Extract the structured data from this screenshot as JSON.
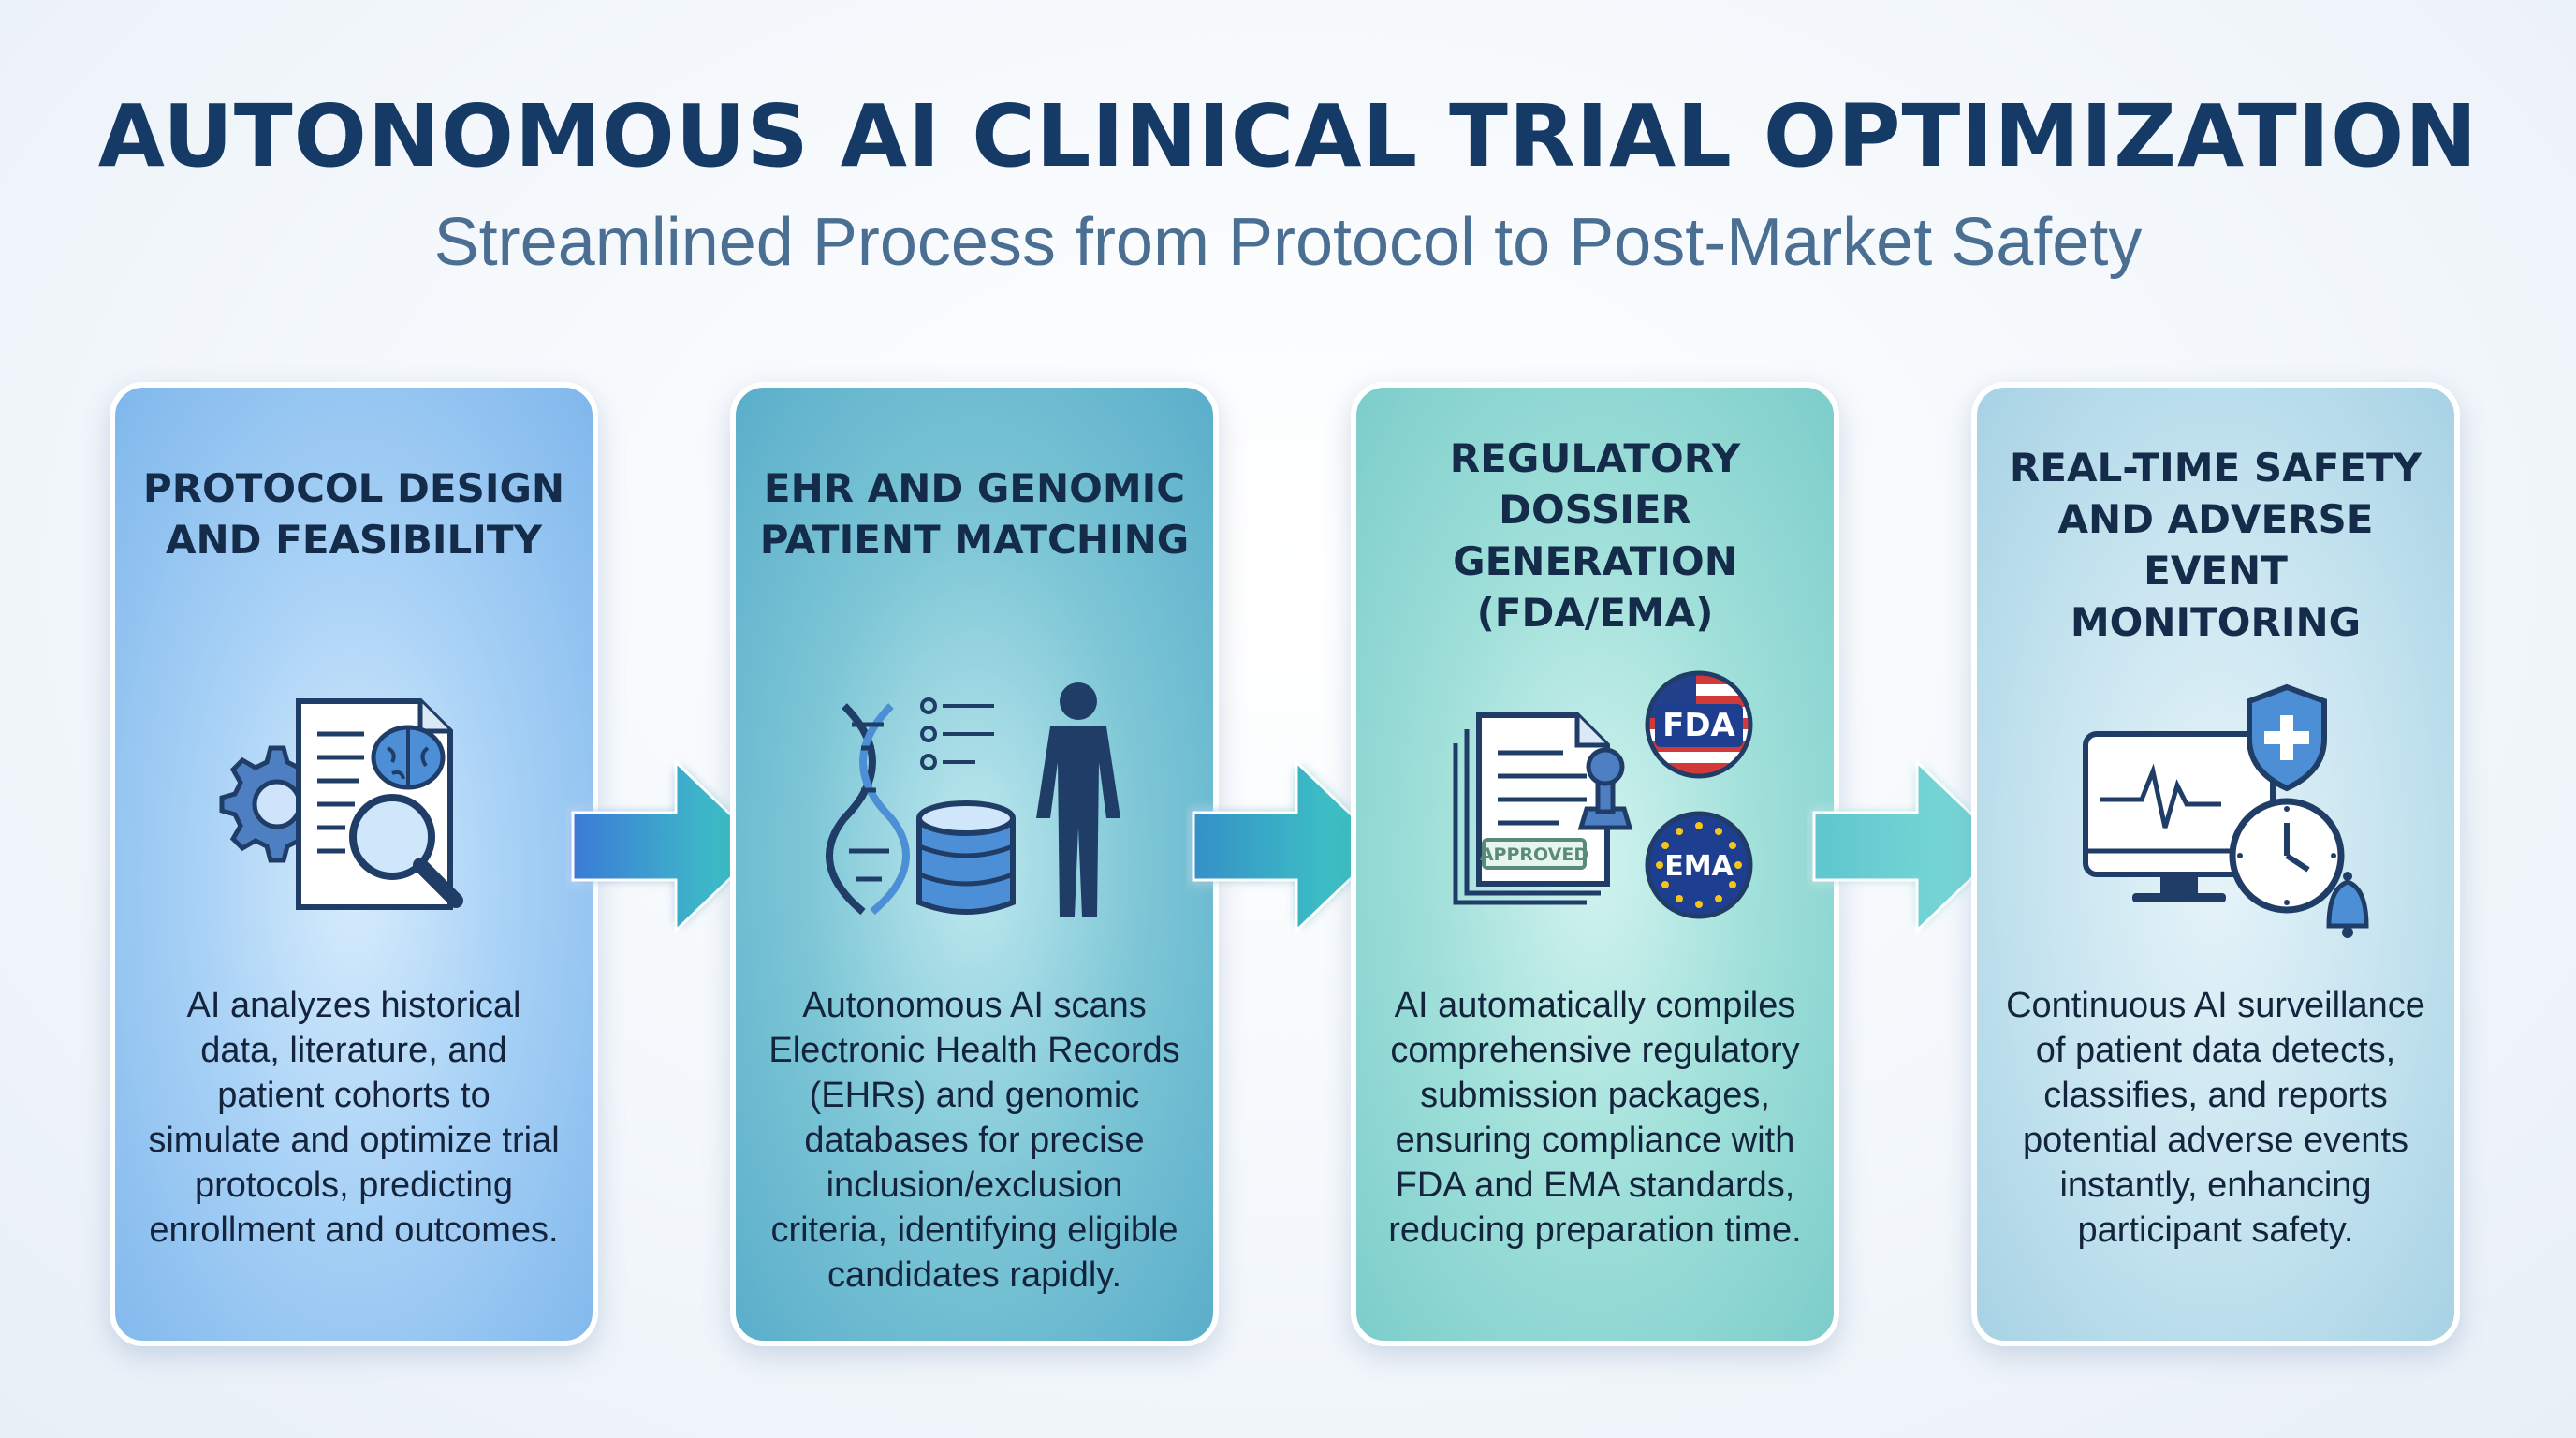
{
  "header": {
    "title": "AUTONOMOUS AI CLINICAL TRIAL OPTIMIZATION",
    "subtitle": "Streamlined Process from Protocol to Post-Market Safety"
  },
  "steps": [
    {
      "title_lines": [
        "PROTOCOL DESIGN",
        "AND FEASIBILITY"
      ],
      "icon": "gear-document-brain-magnifier-icon",
      "description_lines": [
        "AI analyzes historical",
        "data, literature, and",
        "patient cohorts to",
        "simulate and optimize trial",
        "protocols, predicting",
        "enrollment and outcomes."
      ]
    },
    {
      "title_lines": [
        "EHR AND GENOMIC",
        "PATIENT MATCHING"
      ],
      "icon": "dna-database-person-icon",
      "description_lines": [
        "Autonomous AI scans",
        "Electronic Health Records",
        "(EHRs) and genomic",
        "databases for precise",
        "inclusion/exclusion",
        "criteria, identifying eligible",
        "candidates rapidly."
      ]
    },
    {
      "title_lines": [
        "REGULATORY",
        "DOSSIER",
        "GENERATION",
        "(FDA/EMA)"
      ],
      "icon": "approved-documents-stamp-icon",
      "stamp_text": "APPROVED",
      "badges": [
        "FDA",
        "EMA"
      ],
      "description_lines": [
        "AI automatically compiles",
        "comprehensive regulatory",
        "submission packages,",
        "ensuring compliance with",
        "FDA and EMA standards,",
        "reducing preparation time."
      ]
    },
    {
      "title_lines": [
        "REAL-TIME SAFETY",
        "AND ADVERSE",
        "EVENT MONITORING"
      ],
      "icon": "monitor-shield-clock-bell-icon",
      "description_lines": [
        "Continuous AI surveillance",
        "of patient data detects,",
        "classifies, and reports",
        "potential adverse events",
        "instantly, enhancing",
        "participant safety."
      ]
    }
  ],
  "colors": {
    "title": "#163a66",
    "subtitle": "#4a6f92",
    "icon_stroke": "#1f3d66",
    "icon_fill": "#4d8fd6",
    "arrow_start": "#3a7bd5",
    "arrow_end": "#3fd1c4"
  }
}
